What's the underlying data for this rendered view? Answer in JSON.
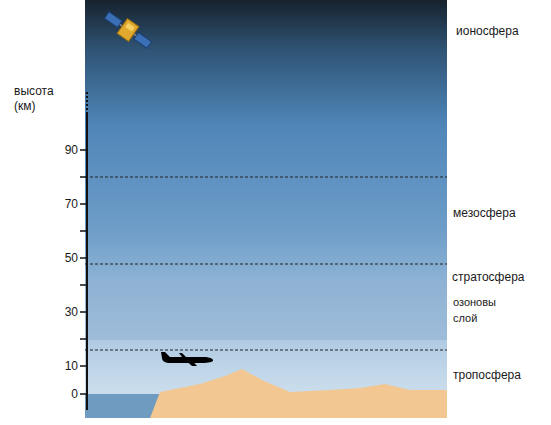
{
  "diagram": {
    "labels": [
      "ионосфера",
      "высота (км)",
      "90",
      "70",
      "50",
      "30",
      "10",
      "0",
      "мезосфера",
      "стратосфера",
      "озоновы слой",
      "тропосфера"
    ]
  }
}
